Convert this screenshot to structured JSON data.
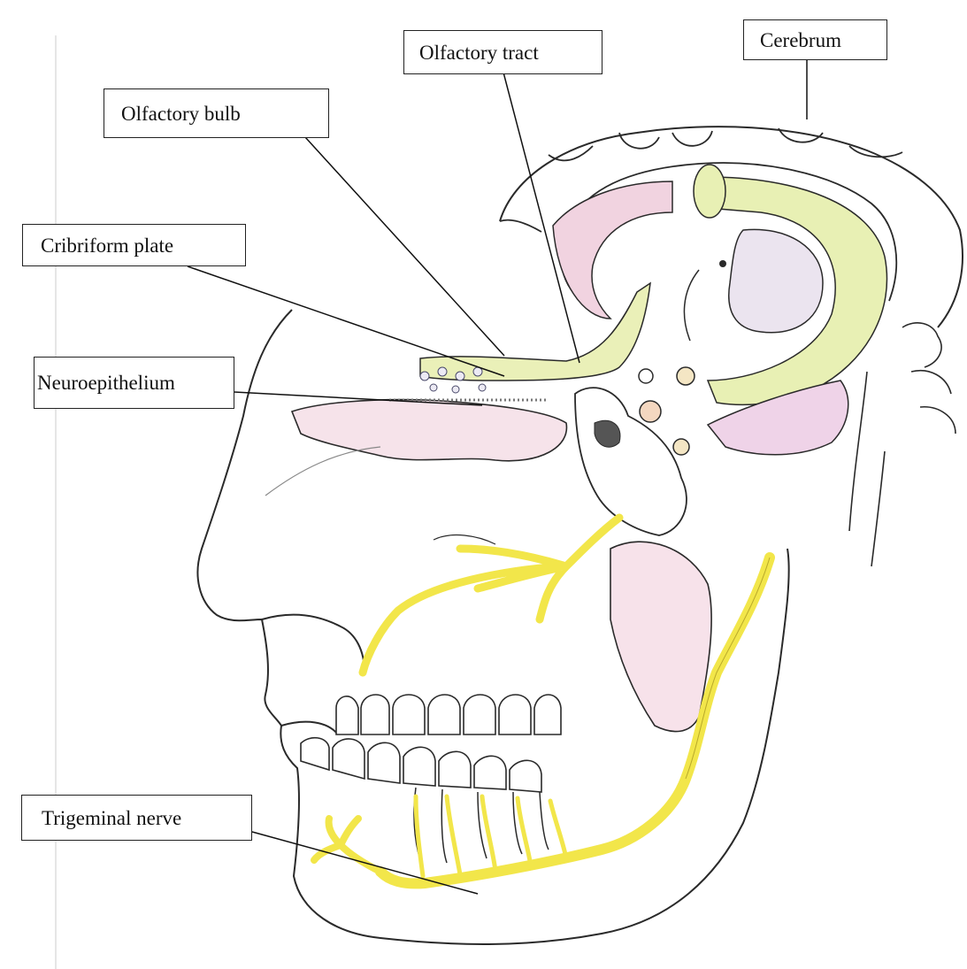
{
  "diagram": {
    "labels": {
      "cerebrum": "Cerebrum",
      "olfactory_tract": "Olfactory tract",
      "olfactory_bulb": "Olfactory bulb",
      "cribriform_plate": "Cribriform plate",
      "neuroepithelium": "Neuroepithelium",
      "trigeminal_nerve": "Trigeminal nerve"
    },
    "colors": {
      "outline": "#2a2a2a",
      "nerve_yellow": "#f2e64a",
      "tract_green": "#e8f0b4",
      "pink_tissue": "#f1d3e0",
      "lavender": "#e8dcee"
    }
  }
}
